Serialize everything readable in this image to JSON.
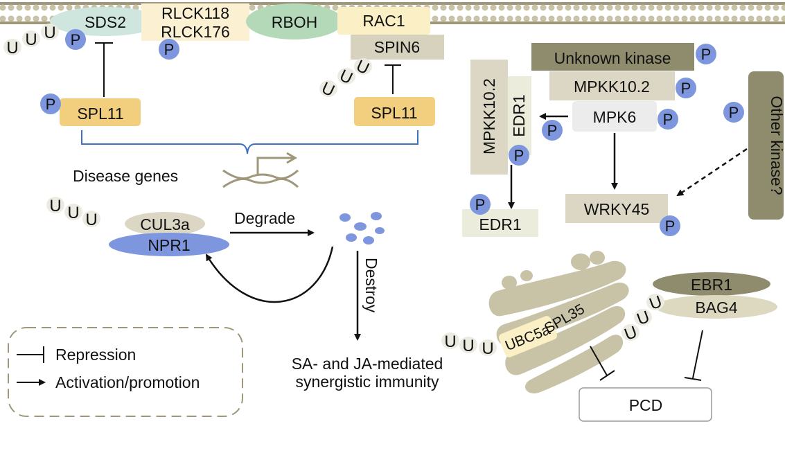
{
  "colors": {
    "membrane": "#c8c2a6",
    "membrane_dark": "#9e977a",
    "phospho": "#7d96dd",
    "sds2": "#cfe6df",
    "rlck": "#fbf1d2",
    "rboh": "#b3d9b8",
    "rac1": "#fbefc5",
    "spin6": "#d7d2bd",
    "spl11": "#f2cf7f",
    "unknown_kinase": "#8e8c6d",
    "mpkk": "#dcd7c4",
    "mpk6": "#ececec",
    "other_kinase": "#8e8c6d",
    "wrky": "#dcd7c4",
    "edr1": "#ececdd",
    "cul3a": "#dcd7c4",
    "npr1": "#7d96dd",
    "golgi": "#c8c2a6",
    "ebr1": "#8e8c6d",
    "bag4": "#ddd8c0",
    "bracket": "#3f6fc2",
    "legend_border": "#9e977a"
  },
  "icons": {
    "ubiquitin": "ubiquitin-chain-icon",
    "phosphate": "phosphate-icon",
    "gene": "dna-gene-icon",
    "fragments": "degraded-fragments-icon"
  },
  "labels": {
    "sds2": "SDS2",
    "rlck118": "RLCK118",
    "rlck176": "RLCK176",
    "rboh": "RBOH",
    "rac1": "RAC1",
    "spin6": "SPIN6",
    "spl11_left": "SPL11",
    "spl11_right": "SPL11",
    "disease_genes": "Disease genes",
    "cul3a": "CUL3a",
    "npr1": "NPR1",
    "degrade": "Degrade",
    "destroy": "Destroy",
    "immunity_line1": "SA- and JA-mediated",
    "immunity_line2": "synergistic immunity",
    "unknown_kinase": "Unknown kinase",
    "mpkk_horizontal": "MPKK10.2",
    "mpkk_vertical": "MPKK10.2",
    "edr1_vertical": "EDR1",
    "mpk6": "MPK6",
    "other_kinase": "Other kinase?",
    "wrky45": "WRKY45",
    "edr1_bottom": "EDR1",
    "ubc5a": "UBC5a",
    "spl35": "SPL35",
    "ebr1": "EBR1",
    "bag4": "BAG4",
    "pcd": "PCD",
    "phospho": "P",
    "ub": "U"
  },
  "legend": {
    "repression": "Repression",
    "activation": "Activation/promotion"
  }
}
